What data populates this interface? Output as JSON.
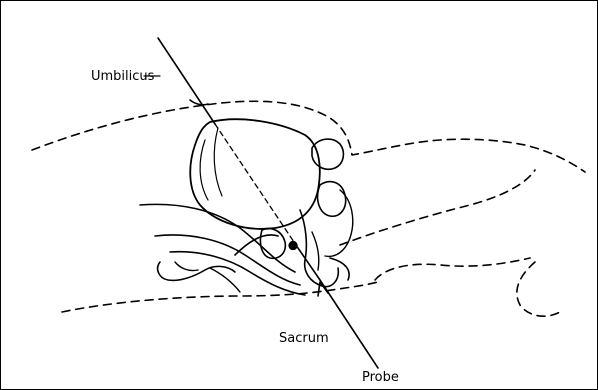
{
  "labels": {
    "umbilicus": "Umbilicus",
    "sacrum": "Sacrum",
    "probe": "Probe"
  },
  "colors": {
    "line": "#000000",
    "background": "#ffffff"
  }
}
